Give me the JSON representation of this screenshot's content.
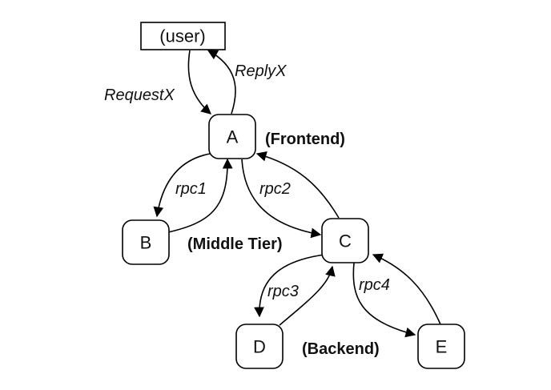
{
  "nodes": {
    "user": "(user)",
    "a": "A",
    "b": "B",
    "c": "C",
    "d": "D",
    "e": "E"
  },
  "edge_labels": {
    "request": "RequestX",
    "reply": "ReplyX",
    "rpc1": "rpc1",
    "rpc2": "rpc2",
    "rpc3": "rpc3",
    "rpc4": "rpc4"
  },
  "tiers": {
    "frontend": "(Frontend)",
    "middle": "(Middle Tier)",
    "backend": "(Backend)"
  },
  "colors": {
    "stroke": "#000000",
    "text": "#111111",
    "background": "#ffffff"
  }
}
